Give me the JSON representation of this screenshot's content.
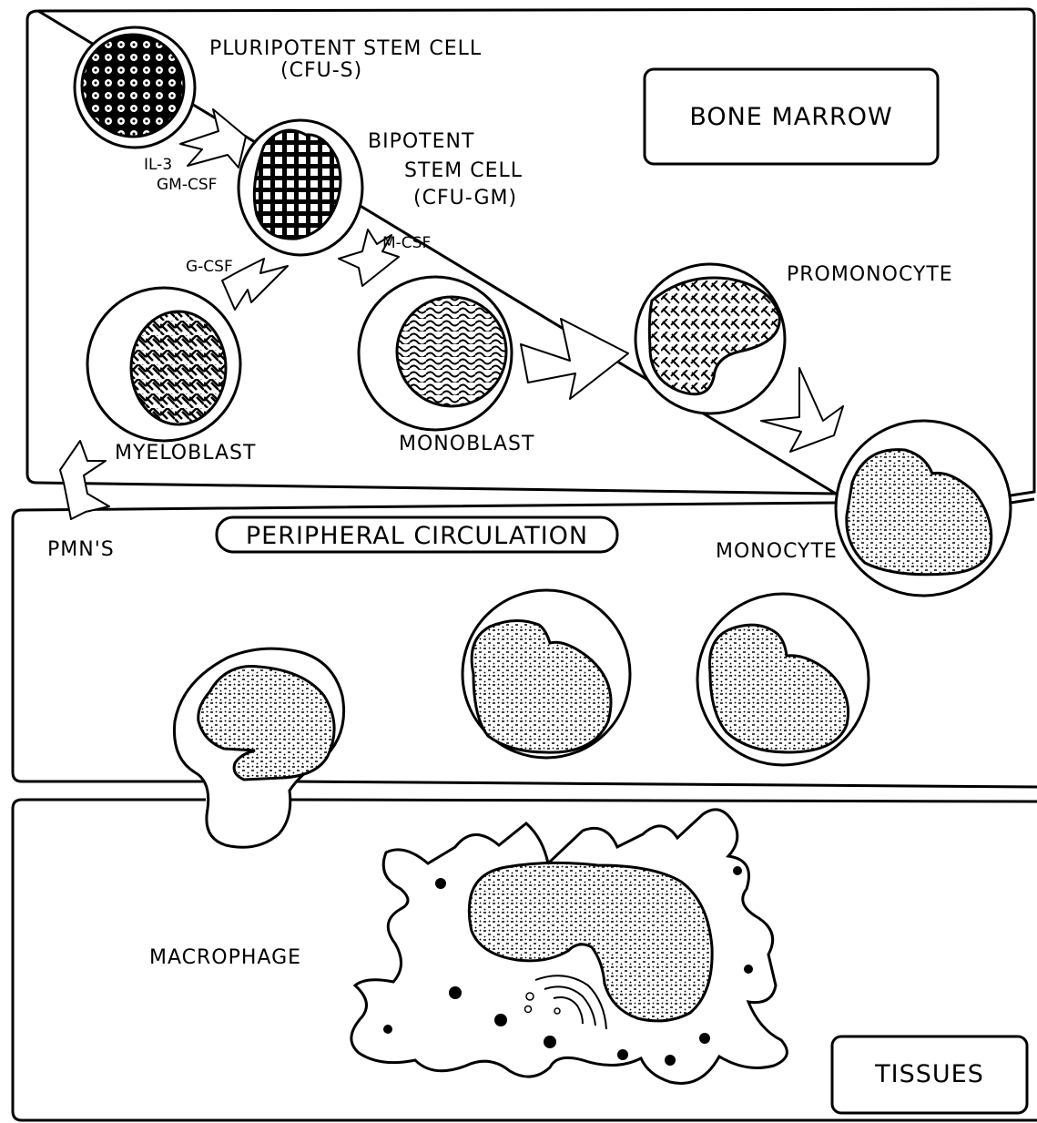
{
  "compartments": {
    "bone_marrow": "BONE MARROW",
    "peripheral_circulation": "PERIPHERAL CIRCULATION",
    "tissues": "TISSUES"
  },
  "cells": {
    "pluripotent_line1": "PLURIPOTENT STEM CELL",
    "pluripotent_line2": "(CFU-S)",
    "bipotent_line1": "BIPOTENT",
    "bipotent_line2": "STEM CELL",
    "bipotent_line3": "(CFU-GM)",
    "myeloblast": "MYELOBLAST",
    "monoblast": "MONOBLAST",
    "promonocyte": "PROMONOCYTE",
    "monocyte": "MONOCYTE",
    "pmns": "PMN'S",
    "macrophage": "MACROPHAGE"
  },
  "factors": {
    "il3": "IL-3",
    "gmcsf": "GM-CSF",
    "gcsf": "G-CSF",
    "mcsf": "M-CSF"
  }
}
